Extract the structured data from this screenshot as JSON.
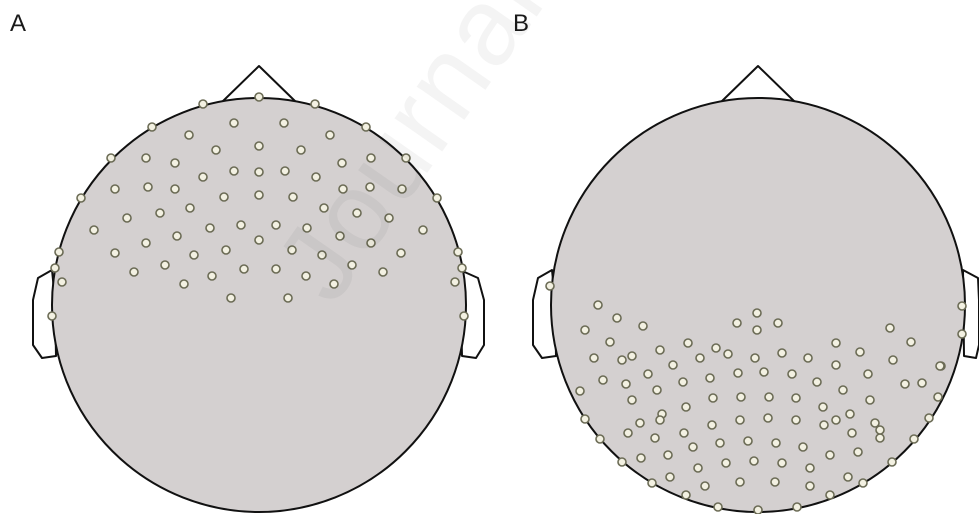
{
  "figure": {
    "panels": [
      {
        "label": "A",
        "icon": "head-topography-icon",
        "electrode_coverage": "frontal"
      },
      {
        "label": "B",
        "icon": "head-topography-icon",
        "electrode_coverage": "posterior"
      }
    ],
    "watermark": "Journal Pre-proof"
  },
  "colors": {
    "head_fill": "#d4d0d0",
    "electrode_fill": "#f3f1e2",
    "electrode_stroke": "#6b6b55"
  }
}
